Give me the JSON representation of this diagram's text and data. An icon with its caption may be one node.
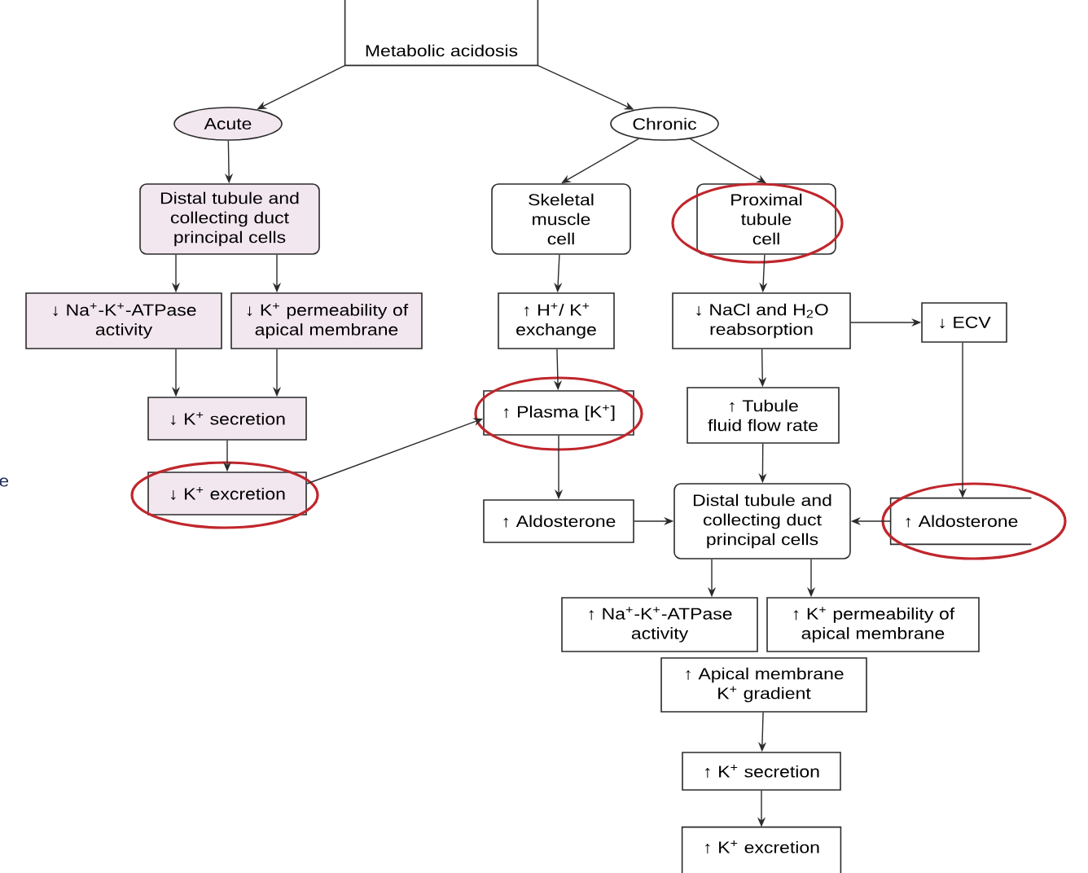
{
  "diagram": {
    "nodes": [
      {
        "text": [
          "Metabolic acidosis"
        ]
      },
      {
        "text": [
          "Acute"
        ]
      },
      {
        "text": [
          "Chronic"
        ]
      },
      {
        "text": [
          "Distal tubule and collecting duct principal cells"
        ]
      },
      {
        "text": [
          "Skeletal muscle cell"
        ]
      },
      {
        "text": [
          "Proximal tubule cell"
        ]
      },
      {
        "text": [
          "↓ Na$^{+}$-K$^{+}$-ATPase activity"
        ]
      },
      {
        "text": [
          "↓ K$^{+}$ permeability of apical membrane"
        ]
      },
      {
        "text": [
          "↑ H$^{+}$/ K$^{+}$ exchange"
        ]
      },
      {
        "text": [
          "↓ NaCl and H$_{2}$O reabsorption"
        ]
      },
      {
        "text": [
          "↓ ECV"
        ]
      },
      {
        "text": [
          "↓ K$^{+}$ secretion"
        ]
      },
      {
        "text": [
          "↑ Plasma [K$^{+}$]"
        ]
      },
      {
        "text": [
          "↓ K$^{+}$ excretion"
        ]
      },
      {
        "text": [
          "↑ Tubule fluid flow rate"
        ]
      },
      {
        "text": [
          "↑ Aldosterone"
        ]
      },
      {
        "text": [
          "Distal tubule and collecting duct principal cells"
        ]
      },
      {
        "text": [
          "↑ Aldosterone"
        ]
      },
      {
        "text": [
          "↑ Na$^{+}$-K$^{+}$-ATPase activity"
        ]
      },
      {
        "text": [
          "↑ K$^{+}$ permeability of apical membrane"
        ]
      },
      {
        "text": [
          "↑ Apical membrane K$^{+}$ gradient"
        ]
      },
      {
        "text": [
          "↑ K$^{+}$ secretion"
        ]
      },
      {
        "text": [
          "↑ K$^{+}$ excretion"
        ]
      }
    ],
    "edges": [
      {
        "from": 0,
        "to": 1,
        "arrow": "to"
      },
      {
        "from": 0,
        "to": 2,
        "arrow": "to"
      },
      {
        "from": 1,
        "to": 3,
        "arrow": "to"
      },
      {
        "from": 2,
        "to": 4,
        "arrow": "to"
      },
      {
        "from": 2,
        "to": 5,
        "arrow": "to"
      },
      {
        "from": 3,
        "to": 6,
        "arrow": "to"
      },
      {
        "from": 3,
        "to": 7,
        "arrow": "to"
      },
      {
        "from": 4,
        "to": 8,
        "arrow": "to"
      },
      {
        "from": 5,
        "to": 9,
        "arrow": "to"
      },
      {
        "from": 6,
        "to": 11,
        "arrow": "to"
      },
      {
        "from": 7,
        "to": 11,
        "arrow": "to"
      },
      {
        "from": 11,
        "to": 13,
        "arrow": "to"
      },
      {
        "from": 13,
        "to": 12,
        "arrow": "to"
      },
      {
        "from": 8,
        "to": 12,
        "arrow": "to"
      },
      {
        "from": 9,
        "to": 10,
        "arrow": "to"
      },
      {
        "from": 9,
        "to": 14,
        "arrow": "to"
      },
      {
        "from": 10,
        "to": 17,
        "arrow": "to"
      },
      {
        "from": 12,
        "to": 15,
        "arrow": "to"
      },
      {
        "from": 14,
        "to": 16,
        "arrow": "to"
      },
      {
        "from": 15,
        "to": 16,
        "arrow": "to"
      },
      {
        "from": 17,
        "to": 16,
        "arrow": "to"
      },
      {
        "from": 16,
        "to": 18,
        "arrow": "to"
      },
      {
        "from": 16,
        "to": 19,
        "arrow": "to"
      },
      {
        "from": 20,
        "to": 21,
        "arrow": "to"
      },
      {
        "from": 21,
        "to": 22,
        "arrow": "to"
      }
    ],
    "labels": [
      "e"
    ]
  }
}
